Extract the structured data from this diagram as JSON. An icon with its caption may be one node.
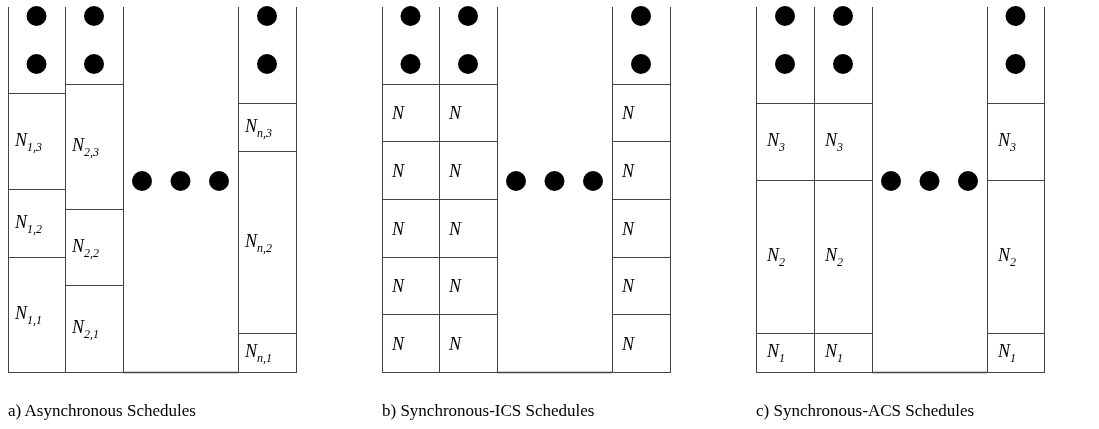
{
  "diagram": {
    "nodes": [
      {
        "text": [],
        "shape": "box"
      },
      {
        "text": [
          "N$_{1,3}$"
        ]
      },
      {
        "text": [
          "N$_{1,2}$"
        ]
      },
      {
        "text": [
          "N$_{1,1}$"
        ]
      },
      {
        "text": [],
        "shape": "box"
      },
      {
        "text": [
          "N$_{2,3}$"
        ]
      },
      {
        "text": [
          "N$_{2,2}$"
        ]
      },
      {
        "text": [
          "N$_{2,1}$"
        ]
      },
      {
        "text": [],
        "shape": "box"
      },
      {
        "text": [
          "N$_{n,3}$"
        ]
      },
      {
        "text": [
          "N$_{n,2}$"
        ]
      },
      {
        "text": [
          "N$_{n,1}$"
        ]
      },
      {
        "text": [],
        "shape": "box"
      },
      {
        "text": [
          "N"
        ]
      },
      {
        "text": [
          "N"
        ]
      },
      {
        "text": [
          "N"
        ]
      },
      {
        "text": [
          "N"
        ]
      },
      {
        "text": [
          "N"
        ]
      },
      {
        "text": [],
        "shape": "box"
      },
      {
        "text": [
          "N"
        ]
      },
      {
        "text": [
          "N"
        ]
      },
      {
        "text": [
          "N"
        ]
      },
      {
        "text": [
          "N"
        ]
      },
      {
        "text": [
          "N"
        ]
      },
      {
        "text": [],
        "shape": "box"
      },
      {
        "text": [
          "N"
        ]
      },
      {
        "text": [
          "N"
        ]
      },
      {
        "text": [
          "N"
        ]
      },
      {
        "text": [
          "N"
        ]
      },
      {
        "text": [
          "N"
        ]
      },
      {
        "text": [],
        "shape": "box"
      },
      {
        "text": [
          "N$_{3}$"
        ]
      },
      {
        "text": [
          "N$_{2}$"
        ]
      },
      {
        "text": [
          "N$_{1}$"
        ]
      },
      {
        "text": [],
        "shape": "box"
      },
      {
        "text": [
          "N$_{3}$"
        ]
      },
      {
        "text": [
          "N$_{2}$"
        ]
      },
      {
        "text": [
          "N$_{1}$"
        ]
      },
      {
        "text": [],
        "shape": "box"
      },
      {
        "text": [
          "N$_{3}$"
        ]
      },
      {
        "text": [
          "N$_{2}$"
        ]
      },
      {
        "text": [
          "N$_{1}$"
        ]
      }
    ],
    "labels": [
      "a) Asynchronous Schedules",
      "b) Synchronous-ICS Schedules",
      "c) Synchronous-ACS Schedules"
    ]
  }
}
